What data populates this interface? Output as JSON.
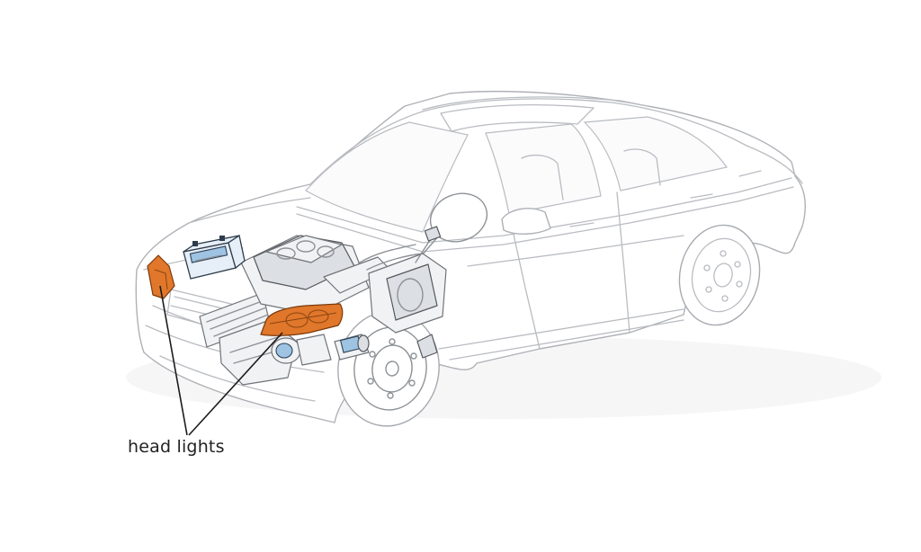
{
  "callout": {
    "label": "head lights"
  },
  "colors": {
    "headlight": "#e0772a",
    "outline": "#b9bcc1",
    "engine_outline": "#6f7378",
    "battery_accent": "#9ec3e3",
    "label_text": "#222222"
  },
  "highlighted_parts": [
    "left-headlight",
    "right-headlight"
  ]
}
